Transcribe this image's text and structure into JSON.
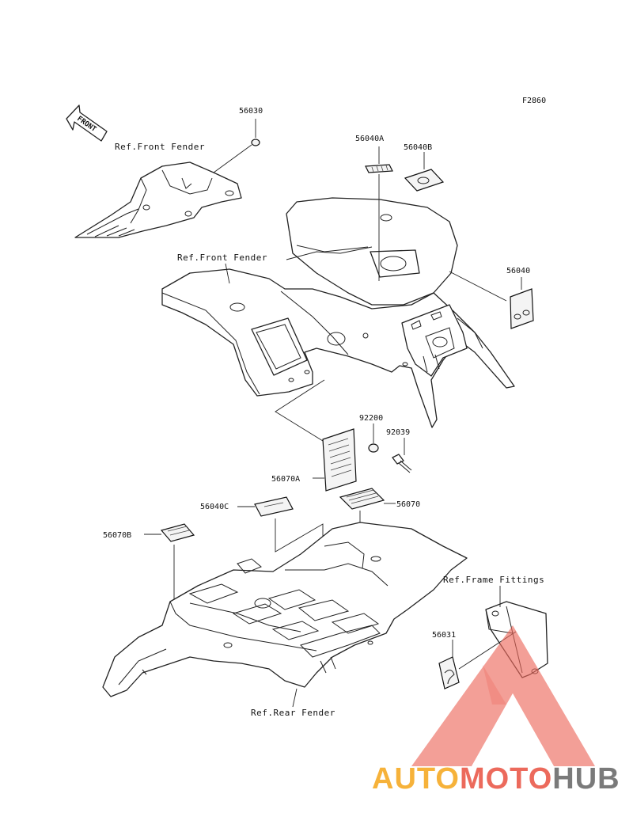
{
  "figure_code": "F2860",
  "direction_arrow": "FRONT",
  "refs": {
    "front_fender_top": "Ref.Front Fender",
    "front_fender_main": "Ref.Front Fender",
    "frame_fittings": "Ref.Frame Fittings",
    "rear_fender": "Ref.Rear Fender"
  },
  "parts": {
    "p56030": "56030",
    "p56040A": "56040A",
    "p56040B": "56040B",
    "p56040": "56040",
    "p92200": "92200",
    "p92039": "92039",
    "p56070A": "56070A",
    "p56040C": "56040C",
    "p56070": "56070",
    "p56070B": "56070B",
    "p56031": "56031"
  },
  "watermark": {
    "part1": "AUTO",
    "part2": "MOTO",
    "part3": "HUB",
    "color_orange": "#f6b23a",
    "color_red": "#ec6a5c",
    "color_gray": "#7a7a7a"
  }
}
